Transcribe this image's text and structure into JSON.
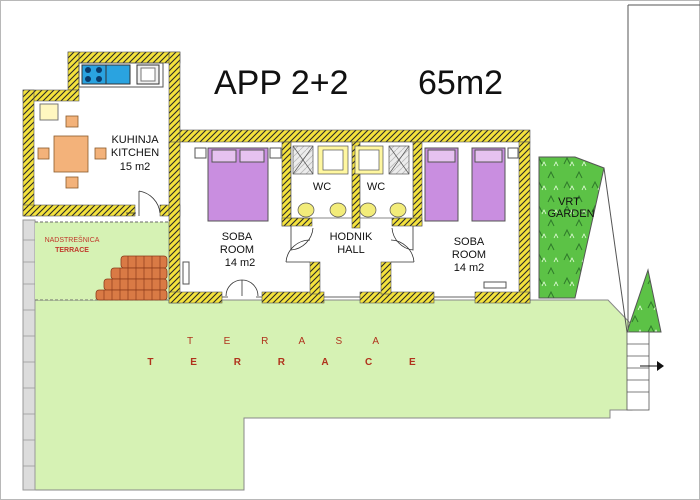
{
  "title": {
    "apt": "APP 2+2",
    "area": "65m2"
  },
  "kitchen": {
    "line1": "KUHINJA",
    "line2": "KITCHEN",
    "line3": "15 m2"
  },
  "room_left": {
    "line1": "SOBA",
    "line2": "ROOM",
    "line3": "14  m2"
  },
  "hall": {
    "line1": "HODNIK",
    "line2": "HALL"
  },
  "wc_left": "WC",
  "wc_right": "WC",
  "room_right": {
    "line1": "SOBA",
    "line2": "ROOM",
    "line3": "14  m2"
  },
  "garden": {
    "line1": "VRT",
    "line2": "GARDEN"
  },
  "covered_terrace": {
    "line1": "NADSTREŠNICA",
    "line2": "TERRACE"
  },
  "terrace": {
    "line1": "T E R A S A",
    "line2": "T E R R A C E"
  },
  "colors": {
    "wall": "#f4e23c",
    "bed": "#c98ee0",
    "terrace": "#d6f2b4",
    "garden": "#5cc246",
    "table": "#f3b27a",
    "roof": "#d97a45"
  }
}
